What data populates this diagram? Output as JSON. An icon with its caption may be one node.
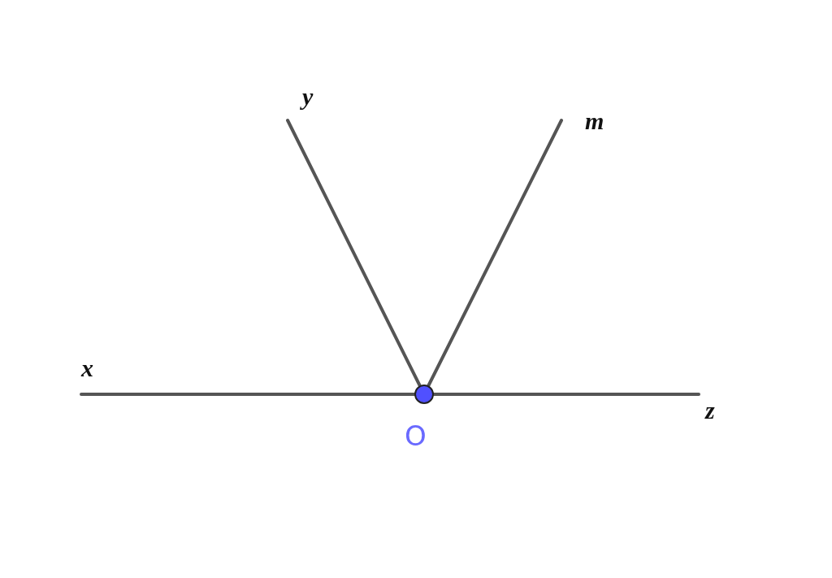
{
  "diagram": {
    "nodes": [
      {
        "text": [],
        "shape": "circle",
        "beside": [
          "O"
        ]
      },
      {
        "text": [
          "x"
        ]
      },
      {
        "text": [
          "y"
        ]
      },
      {
        "text": [
          "m"
        ]
      },
      {
        "text": [
          "z"
        ]
      }
    ],
    "edges": [
      {
        "from": 0,
        "to": 1,
        "arrow": "none"
      },
      {
        "from": 0,
        "to": 2,
        "arrow": "none"
      },
      {
        "from": 0,
        "to": 3,
        "arrow": "none"
      },
      {
        "from": 0,
        "to": 4,
        "arrow": "none"
      }
    ]
  }
}
